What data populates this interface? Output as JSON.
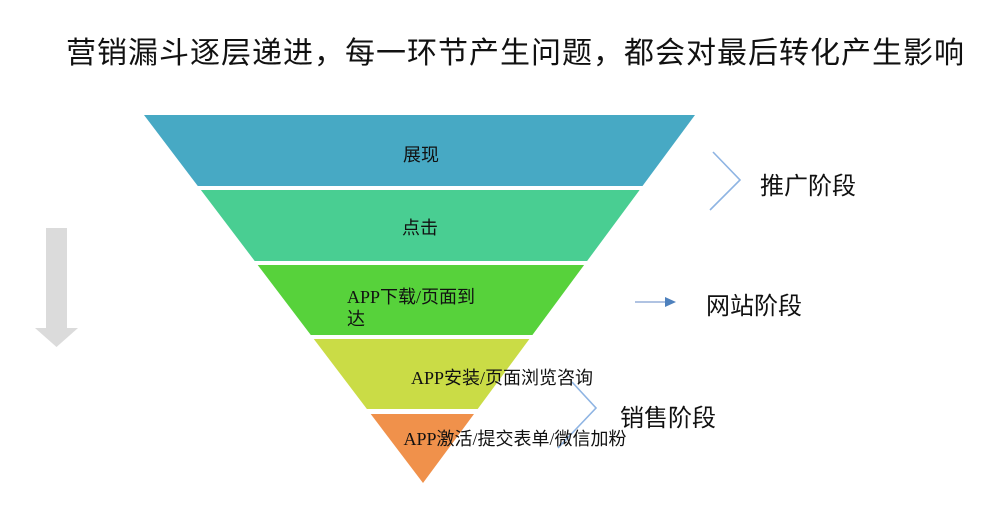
{
  "title": "营销漏斗逐层递进，每一环节产生问题，都会对最后转化产生影响",
  "funnel": {
    "layers": [
      {
        "label": "展现",
        "color": "#47A9C4"
      },
      {
        "label": "点击",
        "color": "#49CE92"
      },
      {
        "label": "APP下载/页面到达",
        "color": "#57D23B"
      },
      {
        "label": "APP安装/页面浏览咨询",
        "color": "#CADC46"
      },
      {
        "label": "APP激活/提交表单/微信加粉",
        "color": "#F0914B"
      }
    ]
  },
  "stages": [
    {
      "label": "推广阶段",
      "connector": "chevron-bracket"
    },
    {
      "label": "网站阶段",
      "connector": "right-arrow"
    },
    {
      "label": "销售阶段",
      "connector": "chevron-bracket"
    }
  ],
  "decorations": {
    "down_arrow_color": "#DBDBDB",
    "connector_stroke_color": "#8EB4E3",
    "arrow_line_color": "#95AFD8",
    "arrowhead_color": "#4E81BD",
    "background_color": "#FFFFFF"
  }
}
